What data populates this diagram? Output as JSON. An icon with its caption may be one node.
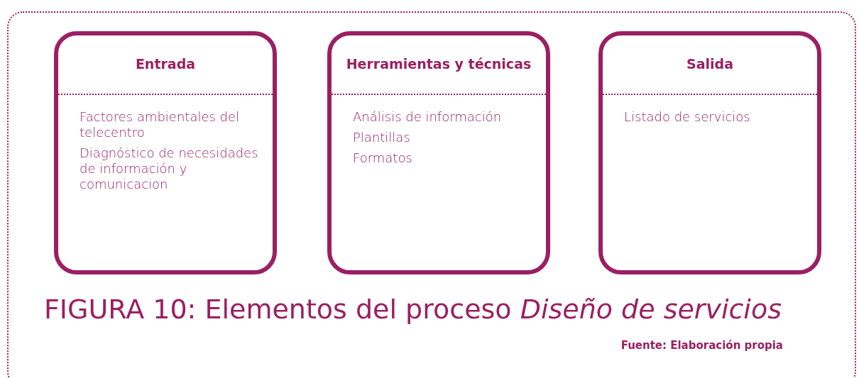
{
  "diagram": {
    "caption": "FIGURA 10: Elementos del proceso *Diseño de servicios*",
    "nodes": [
      {
        "text": [
          "Entrada",
          "Factores ambientales del telecentro",
          "Diagnóstico de necesidades de información y comunicacion"
        ]
      },
      {
        "text": [
          "Herramientas y técnicas",
          "Análisis de información",
          "Plantillas",
          "Formatos"
        ]
      },
      {
        "text": [
          "Salida",
          "Listado de servicios"
        ]
      }
    ],
    "edges": [],
    "labels": [
      "Fuente: Elaboración propia"
    ]
  }
}
